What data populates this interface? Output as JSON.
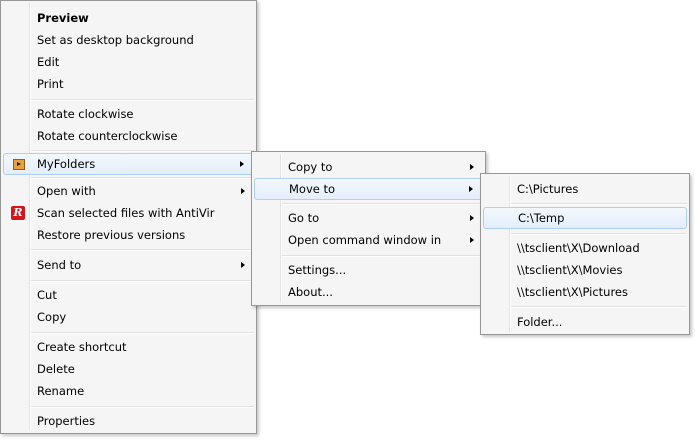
{
  "main_menu": {
    "items": [
      {
        "label": "Preview"
      },
      {
        "label": "Set as desktop background"
      },
      {
        "label": "Edit"
      },
      {
        "label": "Print"
      },
      {
        "label": "Rotate clockwise"
      },
      {
        "label": "Rotate counterclockwise"
      },
      {
        "label": "MyFolders"
      },
      {
        "label": "Open with"
      },
      {
        "label": "Scan selected files with AntiVir"
      },
      {
        "label": "Restore previous versions"
      },
      {
        "label": "Send to"
      },
      {
        "label": "Cut"
      },
      {
        "label": "Copy"
      },
      {
        "label": "Create shortcut"
      },
      {
        "label": "Delete"
      },
      {
        "label": "Rename"
      },
      {
        "label": "Properties"
      }
    ],
    "icons": {
      "myfolders": "folder-arrow-icon",
      "antivir": "antivir-umbrella-icon"
    },
    "antivir_glyph": "R"
  },
  "myfolders_menu": {
    "items": [
      {
        "label": "Copy to"
      },
      {
        "label": "Move to"
      },
      {
        "label": "Go to"
      },
      {
        "label": "Open command window in"
      },
      {
        "label": "Settings..."
      },
      {
        "label": "About..."
      }
    ]
  },
  "moveto_menu": {
    "items": [
      {
        "label": "C:\\Pictures"
      },
      {
        "label": "C:\\Temp"
      },
      {
        "label": "\\\\tsclient\\X\\Download"
      },
      {
        "label": "\\\\tsclient\\X\\Movies"
      },
      {
        "label": "\\\\tsclient\\X\\Pictures"
      },
      {
        "label": "Folder..."
      }
    ]
  },
  "colors": {
    "menu_bg": "#f5f5f5",
    "highlight_bg": "#e4eefa",
    "highlight_border": "#aecff7",
    "antivir_red": "#d7141a"
  }
}
